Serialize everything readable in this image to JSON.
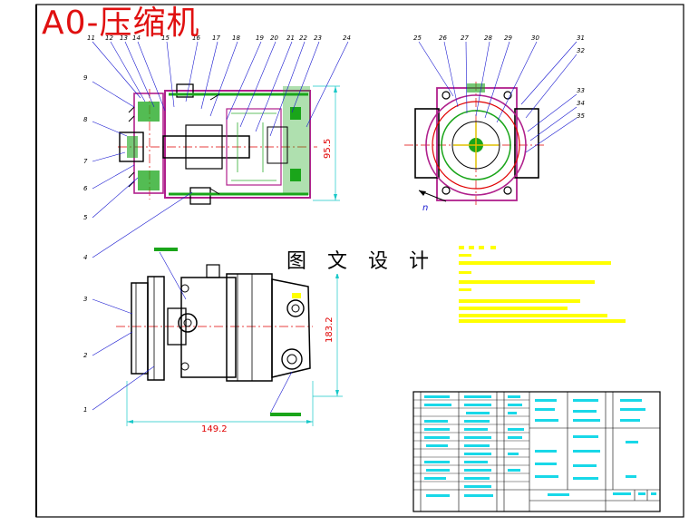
{
  "drawing": {
    "title": "A0-压缩机",
    "watermark": "图 文 设 计",
    "dimensions": {
      "height_front": "95.5",
      "height_side": "183.2",
      "width_bottom": "149.2"
    },
    "view_marker": "n",
    "part_numbers_left": [
      "11",
      "12",
      "13",
      "14",
      "15",
      "16",
      "17",
      "18",
      "19",
      "20",
      "21",
      "22",
      "23",
      "24"
    ],
    "part_numbers_right": [
      "25",
      "26",
      "27",
      "28",
      "29",
      "30",
      "31",
      "32",
      "33",
      "34",
      "35"
    ],
    "part_numbers_side": [
      "9",
      "8",
      "7",
      "6",
      "5",
      "4",
      "3",
      "2",
      "1"
    ]
  },
  "colors": {
    "frame": "#000000",
    "title_red": "#e01010",
    "outline_magenta": "#b0208c",
    "hatch_green": "#1aa51a",
    "centerline_red": "#e00000",
    "leader_blue": "#1818d0",
    "dimension_cyan": "#18c8c8",
    "note_yellow": "#ffff00",
    "titleblock_cyan": "#18d8e8"
  }
}
